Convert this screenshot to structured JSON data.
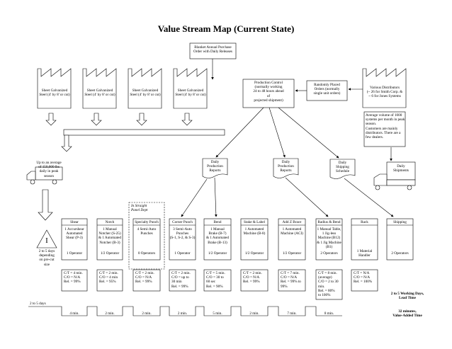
{
  "title": "Value Stream Map (Current State)",
  "order_box": "Blanket Annual Purchase\nOrder with Daily Releases",
  "production_control": "Production Control\n(normally working\n24 to 48 hours ahead\nof\nprojected shipment)",
  "randomly_placed": "Randomly Placed\nOrders (normally\nsingle unit orders)",
  "suppliers": [
    "Sheet Galvanized\nSteel (4' by 8' or cut)",
    "Sheet Galvanized\nSteel (4' by 8' or cut)",
    "Sheet Galvanized\nSteel (4' by 8' or cut)",
    "Sheet Galvanized\nSteel (4' by 8' or cut)"
  ],
  "customer": "Various Distributors\n(~ 26 for Smith Corp. &\n~ 6 for Jones Systems",
  "customer_note": "Average volume of 1000\nsystems per month in peak\nseason.\nCustomers are mainly\ndistributors. There are a\nfew dealers.",
  "receiving_note": "Up to an average\nof 150,000 lbs\ndaily in peak\nseason",
  "daily_reports": [
    "Daily\nProduction\nReports",
    "Daily\nProduction\nReports"
  ],
  "shipping_schedule": "Daily\nShipping\nSchedule",
  "daily_shipments": "Daily\nShipments",
  "inventory_letter": "I",
  "inventory_note": "2 to 5 days\ndepending\non pre-cut\nsize",
  "straight_panel_label": "In Straight\nPanel Dept",
  "processes": [
    {
      "name": "Shear",
      "machines": "1 Accurshear\nAutomated\nShear (P-3)",
      "operators": "1 Operator",
      "data": "C/T = 4 min.\nC/O = N/A\nRel. = 99%"
    },
    {
      "name": "Notch",
      "machines": "1 Manual\nNotcher (S-25)\n& 1 Automated\nNotcher (B-3)",
      "operators": "1/2 Operator",
      "data": "C/T = 2 min.\nC/O = 4 min\nRel. = 95%"
    },
    {
      "name": "Specialty Punch",
      "machines": "4 Semi-Auto\nPunches",
      "operators": "0 Operators",
      "data": "C/T = 2 min.\nC/O = N/A\nRel. = 99%"
    },
    {
      "name": "Corner Punch",
      "machines": "3 Semi-Auto\nPunches\n(S-1, S-2, & S-3)",
      "operators": "1 Operator",
      "data": "C/T = 2 min.\nC/O = up to\n30 min\nRel. = 99%"
    },
    {
      "name": "Bend",
      "machines": "1 Manual\nBrake (B-7)\n& 1 Automated\nBrake (B-13)",
      "operators": "1/2 Operator",
      "data": "C/T = 5 min.\nC/O = 30 to\n60 sec\nRel. = 90%"
    },
    {
      "name": "Stake & Label",
      "machines": "1 Automated\nMachine (B-8)",
      "operators": "1/2 Operator",
      "data": "C/T = 2 min.\nC/O = N/A\nRel. = 99%"
    },
    {
      "name": "Add Z Brace",
      "machines": "1 Automated\nMachine (ACI)",
      "operators": "1/2 Operator",
      "data": "C/T = 7 min.\nC/O = N/A\nRel. = 99% to\n99%"
    },
    {
      "name": "Radius & Bend",
      "machines": "1 Manual Table,\n1 Jig-less\nMachine (B12)\n& 1 Jig Machine\n(B1)",
      "operators": "2 Operators",
      "data": "C/T = 8 min.\n(average)\nC/O = 2 to 30\nmin.\nRel. = 80%\nto 100%"
    },
    {
      "name": "Rack",
      "machines": "",
      "operators": "1 Material\nHandler",
      "data": "C/T = N/A\nC/O = N/A\nRel. = 100%"
    },
    {
      "name": "Shipping",
      "machines": "",
      "operators": "2 Operators",
      "data": ""
    }
  ],
  "timeline": {
    "lead_first": "2 to 5 days",
    "va_times": [
      "4 min.",
      "2 min.",
      "2 min.",
      "2 min.",
      "5 min.",
      "2 min.",
      "7 min.",
      "8 min."
    ],
    "lead_total": "2 to 5 Working Days,\nLead Time",
    "va_total": "32 minutes,\nValue-Added Time"
  }
}
